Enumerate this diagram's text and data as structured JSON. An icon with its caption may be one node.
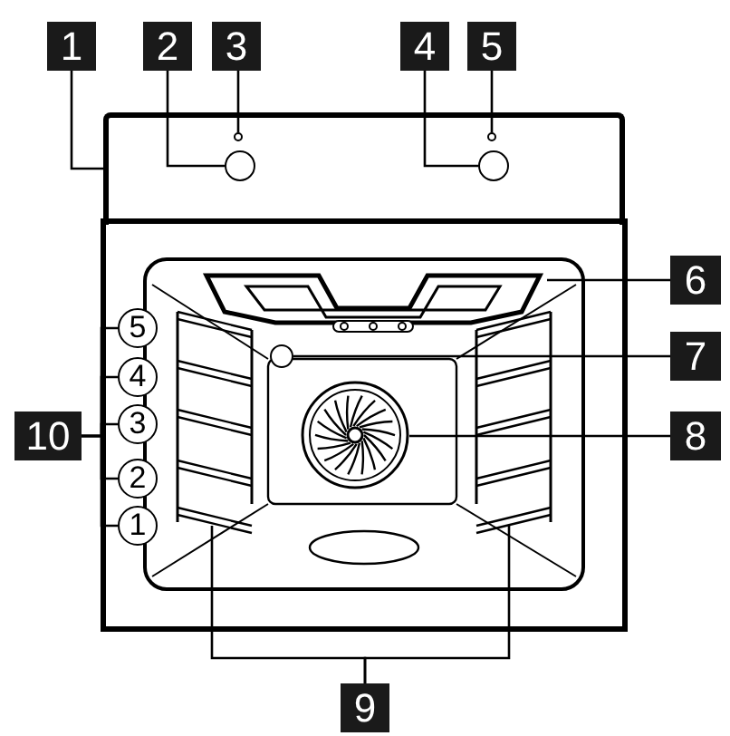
{
  "diagram": {
    "nodes": [
      {
        "text": [
          "1"
        ]
      },
      {
        "text": [
          "2"
        ]
      },
      {
        "text": [
          "3"
        ]
      },
      {
        "text": [
          "4"
        ]
      },
      {
        "text": [
          "5"
        ]
      },
      {
        "text": [
          "6"
        ]
      },
      {
        "text": [
          "7"
        ]
      },
      {
        "text": [
          "8"
        ]
      },
      {
        "text": [
          "9"
        ]
      },
      {
        "text": [
          "10"
        ]
      },
      {
        "text": [
          "5"
        ]
      },
      {
        "text": [
          "4"
        ]
      },
      {
        "text": [
          "3"
        ]
      },
      {
        "text": [
          "2"
        ]
      },
      {
        "text": [
          "1"
        ]
      },
      {
        "text": [],
        "shape": "box"
      },
      {
        "text": [],
        "shape": "circle",
        "in": 15
      },
      {
        "text": [],
        "shape": "circle",
        "in": 15
      },
      {
        "text": [],
        "shape": "circle",
        "in": 15
      },
      {
        "text": [],
        "shape": "circle",
        "in": 15
      },
      {
        "text": [],
        "shape": "picture"
      },
      {
        "text": [],
        "shape": "circle"
      },
      {
        "text": [],
        "shape": "circle"
      },
      {
        "text": [],
        "shape": "picture"
      },
      {
        "text": [],
        "shape": "picture"
      }
    ],
    "edges": [
      {
        "from": 0,
        "to": 15,
        "arrow": "none"
      },
      {
        "from": 1,
        "to": 16,
        "arrow": "none"
      },
      {
        "from": 2,
        "to": 17,
        "arrow": "none"
      },
      {
        "from": 3,
        "to": 18,
        "arrow": "none"
      },
      {
        "from": 4,
        "to": 19,
        "arrow": "none"
      },
      {
        "from": 5,
        "to": 20,
        "arrow": "none"
      },
      {
        "from": 6,
        "to": 21,
        "arrow": "none"
      },
      {
        "from": 7,
        "to": 22,
        "arrow": "none"
      },
      {
        "from": 9,
        "to": 10,
        "arrow": "none"
      },
      {
        "from": 9,
        "to": 11,
        "arrow": "none"
      },
      {
        "from": 9,
        "to": 12,
        "arrow": "none"
      },
      {
        "from": 9,
        "to": 13,
        "arrow": "none"
      },
      {
        "from": 9,
        "to": 14,
        "arrow": "none"
      },
      {
        "from": 8,
        "to": 23,
        "arrow": "none"
      },
      {
        "from": 8,
        "to": 24,
        "arrow": "none"
      }
    ]
  }
}
